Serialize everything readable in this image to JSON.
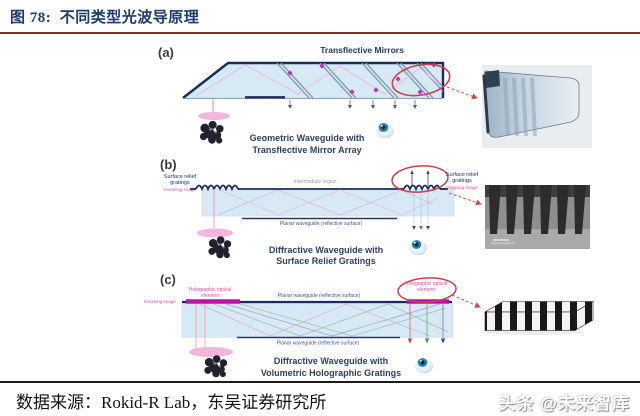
{
  "figure": {
    "title": "图 78:  不同类型光波导原理"
  },
  "panels": {
    "a": {
      "tag": "(a)",
      "top_label": "Transflective Mirrors",
      "caption": [
        "Geometric Waveguide with",
        "Transflective Mirror Array"
      ]
    },
    "b": {
      "tag": "(b)",
      "left_label": [
        "Surface relief",
        "gratings"
      ],
      "incoming_label": "Incoming image",
      "middle_label": "Intermediate region",
      "right_label": [
        "Surface relief",
        "gratings"
      ],
      "outgoing_label": "Outgoing image",
      "bottom_label": "Planar waveguide (reflective surface)",
      "caption": [
        "Diffractive Waveguide with",
        "Surface Relief Gratings"
      ]
    },
    "c": {
      "tag": "(c)",
      "left_label": [
        "Holographic optical",
        "element"
      ],
      "incoming_label": "Incoming image",
      "top_label": "Planar waveguide (reflective surface)",
      "right_label": [
        "Holographic optical",
        "element"
      ],
      "bottom_label": "Planar waveguide (reflective surface)",
      "caption": [
        "Diffractive Waveguide with",
        "Volumetric Holographic Gratings"
      ]
    }
  },
  "footer": {
    "source": "数据来源：Rokid-R Lab，东吴证券研究所",
    "watermark": "头条 @未来智库"
  },
  "colors": {
    "title_navy": "#1e3a6e",
    "title_rule_red": "#8a2c2c",
    "slab_blue": "#d8e9f6",
    "outline_navy": "#1a2b5e",
    "mirror_gray": "#7f98b5",
    "ray_pink": "#ecb2d6",
    "dot_magenta": "#b92fc2",
    "highlight_red": "#c8414f",
    "hoe_magenta": "#b517a0",
    "label_pink": "#e0509e",
    "footer_black": "#141414"
  }
}
